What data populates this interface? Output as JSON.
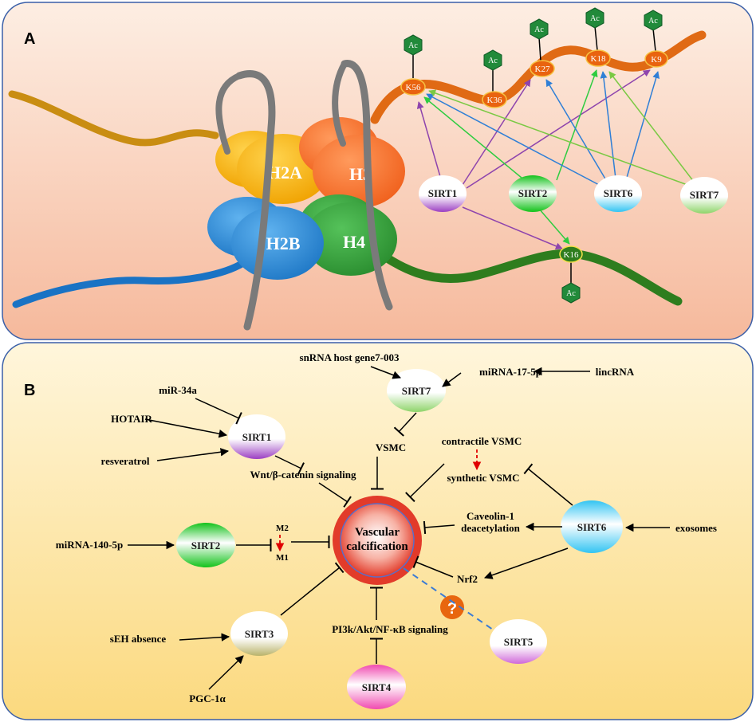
{
  "panel_a": {
    "letter": "A",
    "histones": {
      "h2a": "H2A",
      "h3": "H3",
      "h2b": "H2B",
      "h4": "H4"
    },
    "sirts": {
      "sirt1": "SIRT1",
      "sirt2": "SIRT2",
      "sirt6": "SIRT6",
      "sirt7": "SIRT7"
    },
    "lysines": {
      "k56": "K56",
      "k36": "K36",
      "k27": "K27",
      "k18": "K18",
      "k9": "K9",
      "k16": "K16"
    },
    "acetyl": "Ac"
  },
  "panel_b": {
    "letter": "B",
    "center": {
      "line1": "Vascular",
      "line2": "calcification"
    },
    "sirts": {
      "sirt1": "SIRT1",
      "sirt2": "SIRT2",
      "sirt3": "SIRT3",
      "sirt4": "SIRT4",
      "sirt5": "SIRT5",
      "sirt6": "SIRT6",
      "sirt7": "SIRT7"
    },
    "labels": {
      "snrna": "snRNA host gene7-003",
      "mirna17": "miRNA-17-5p",
      "lincrna": "lincRNA",
      "mir34a": "miR-34a",
      "hotair": "HOTAIR",
      "resveratrol": "resveratrol",
      "wnt": "Wnt/β-catenin signaling",
      "vsmc": "VSMC",
      "contractile": "contractile VSMC",
      "synthetic": "synthetic VSMC",
      "caveolin1": "Caveolin-1",
      "caveolin2": "deacetylation",
      "exosomes": "exosomes",
      "mirna140": "miRNA-140-5p",
      "m2": "M2",
      "m1": "M1",
      "nrf2": "Nrf2",
      "seh": "sEH absence",
      "pgc": "PGC-1α",
      "pi3k": "PI3k/Akt/NF-κB signaling",
      "question": "?"
    }
  },
  "colors": {
    "purple": "#8e44ad",
    "green_arrow": "#2ecc40",
    "blue_arrow": "#2f7fd6",
    "light_green_arrow": "#7ac943",
    "dna_orange": "#e06a14",
    "dna_green": "#2e7d1e",
    "dna_blue": "#1a73c4",
    "dna_gold": "#c98d12",
    "center_red": "#e23b2a"
  }
}
